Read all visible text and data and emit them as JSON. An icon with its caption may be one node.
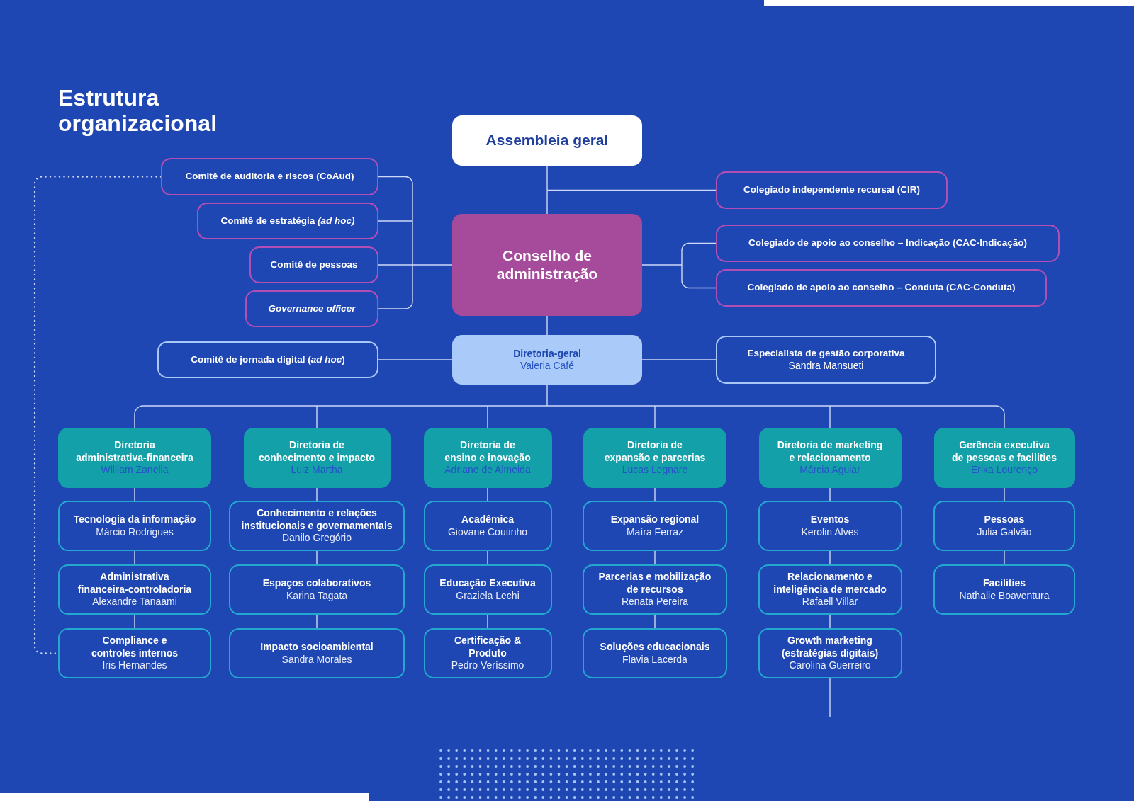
{
  "diagram": {
    "title": "Estrutura organizacional",
    "nodes": [
      {
        "text": [
          "Assembleia geral"
        ]
      },
      {
        "text": [
          "Conselho de administração"
        ]
      },
      {
        "text": [
          "Diretoria-geral",
          "Valeria Café"
        ]
      },
      {
        "text": [
          "Comitê de auditoria e riscos (CoAud)"
        ]
      },
      {
        "text": [
          "Comitê de estratégia *(ad hoc)*"
        ]
      },
      {
        "text": [
          "Comitê de pessoas"
        ]
      },
      {
        "text": [
          "Governance officer"
        ]
      },
      {
        "text": [
          "Comitê de jornada digital (*ad hoc*)"
        ]
      },
      {
        "text": [
          "Colegiado independente recursal (CIR)"
        ]
      },
      {
        "text": [
          "Colegiado de apoio ao conselho – Indicação (CAC-Indicação)"
        ]
      },
      {
        "text": [
          "Colegiado de apoio ao conselho – Conduta (CAC-Conduta)"
        ]
      },
      {
        "text": [
          "Especialista de gestão corporativa",
          "Sandra Mansueti"
        ]
      },
      {
        "text": [
          "Diretoria administrativa-financeira",
          "William Zanella"
        ]
      },
      {
        "text": [
          "Tecnologia da informação",
          "Márcio Rodrigues"
        ]
      },
      {
        "text": [
          "Administrativa financeira-controladoria",
          "Alexandre Tanaami"
        ]
      },
      {
        "text": [
          "Compliance e controles internos",
          "Iris Hernandes"
        ]
      },
      {
        "text": [
          "Diretoria de conhecimento e impacto",
          "Luiz Martha"
        ]
      },
      {
        "text": [
          "Conhecimento e relações institucionais e governamentais",
          "Danilo Gregório"
        ]
      },
      {
        "text": [
          "Espaços colaborativos",
          "Karina Tagata"
        ]
      },
      {
        "text": [
          "Impacto socioambiental",
          "Sandra Morales"
        ]
      },
      {
        "text": [
          "Diretoria de ensino e inovação",
          "Adriane de Almeida"
        ]
      },
      {
        "text": [
          "Acadêmica",
          "Giovane Coutinho"
        ]
      },
      {
        "text": [
          "Educação Executiva",
          "Graziela Lechi"
        ]
      },
      {
        "text": [
          "Certificação & Produto",
          "Pedro Veríssimo"
        ]
      },
      {
        "text": [
          "Diretoria de expansão e parcerias",
          "Lucas Legnare"
        ]
      },
      {
        "text": [
          "Expansão regional",
          "Maíra Ferraz"
        ]
      },
      {
        "text": [
          "Parcerias e mobilização de recursos",
          "Renata Pereira"
        ]
      },
      {
        "text": [
          "Soluções educacionais",
          "Flavia Lacerda"
        ]
      },
      {
        "text": [
          "Diretoria de marketing e relacionamento",
          "Márcia Aguiar"
        ]
      },
      {
        "text": [
          "Eventos",
          "Kerolin Alves"
        ]
      },
      {
        "text": [
          "Relacionamento e inteligência de mercado",
          "Rafaell Villar"
        ]
      },
      {
        "text": [
          "Growth marketing (estratégias digitais)",
          "Carolina Guerreiro"
        ]
      },
      {
        "text": [
          "Gerência executiva de pessoas e facilities",
          "Erika Lourenço"
        ]
      },
      {
        "text": [
          "Pessoas",
          "Julia Galvão"
        ]
      },
      {
        "text": [
          "Facilities",
          "Nathalie Boaventura"
        ]
      }
    ],
    "edges": [
      {
        "from": 0,
        "to": 1,
        "arrow": "none"
      },
      {
        "from": 0,
        "to": 8,
        "arrow": "none"
      },
      {
        "from": 1,
        "to": 3,
        "arrow": "none"
      },
      {
        "from": 1,
        "to": 4,
        "arrow": "none"
      },
      {
        "from": 1,
        "to": 5,
        "arrow": "none"
      },
      {
        "from": 1,
        "to": 6,
        "arrow": "none"
      },
      {
        "from": 1,
        "to": 9,
        "arrow": "none"
      },
      {
        "from": 1,
        "to": 10,
        "arrow": "none"
      },
      {
        "from": 1,
        "to": 2,
        "arrow": "none"
      },
      {
        "from": 2,
        "to": 7,
        "arrow": "none"
      },
      {
        "from": 2,
        "to": 11,
        "arrow": "none"
      },
      {
        "from": 2,
        "to": 12,
        "arrow": "none"
      },
      {
        "from": 2,
        "to": 16,
        "arrow": "none"
      },
      {
        "from": 2,
        "to": 20,
        "arrow": "none"
      },
      {
        "from": 2,
        "to": 24,
        "arrow": "none"
      },
      {
        "from": 2,
        "to": 28,
        "arrow": "none"
      },
      {
        "from": 2,
        "to": 32,
        "arrow": "none"
      },
      {
        "from": 12,
        "to": 13,
        "arrow": "none"
      },
      {
        "from": 13,
        "to": 14,
        "arrow": "none"
      },
      {
        "from": 14,
        "to": 15,
        "arrow": "none"
      },
      {
        "from": 16,
        "to": 17,
        "arrow": "none"
      },
      {
        "from": 17,
        "to": 18,
        "arrow": "none"
      },
      {
        "from": 18,
        "to": 19,
        "arrow": "none"
      },
      {
        "from": 20,
        "to": 21,
        "arrow": "none"
      },
      {
        "from": 21,
        "to": 22,
        "arrow": "none"
      },
      {
        "from": 22,
        "to": 23,
        "arrow": "none"
      },
      {
        "from": 24,
        "to": 25,
        "arrow": "none"
      },
      {
        "from": 25,
        "to": 26,
        "arrow": "none"
      },
      {
        "from": 26,
        "to": 27,
        "arrow": "none"
      },
      {
        "from": 28,
        "to": 29,
        "arrow": "none"
      },
      {
        "from": 29,
        "to": 30,
        "arrow": "none"
      },
      {
        "from": 30,
        "to": 31,
        "arrow": "none"
      },
      {
        "from": 32,
        "to": 33,
        "arrow": "none"
      },
      {
        "from": 33,
        "to": 34,
        "arrow": "none"
      },
      {
        "from": 31,
        "to": null,
        "arrow": "none"
      },
      {
        "from": 3,
        "to": 15,
        "arrow": "none",
        "style": "dashed"
      }
    ]
  }
}
